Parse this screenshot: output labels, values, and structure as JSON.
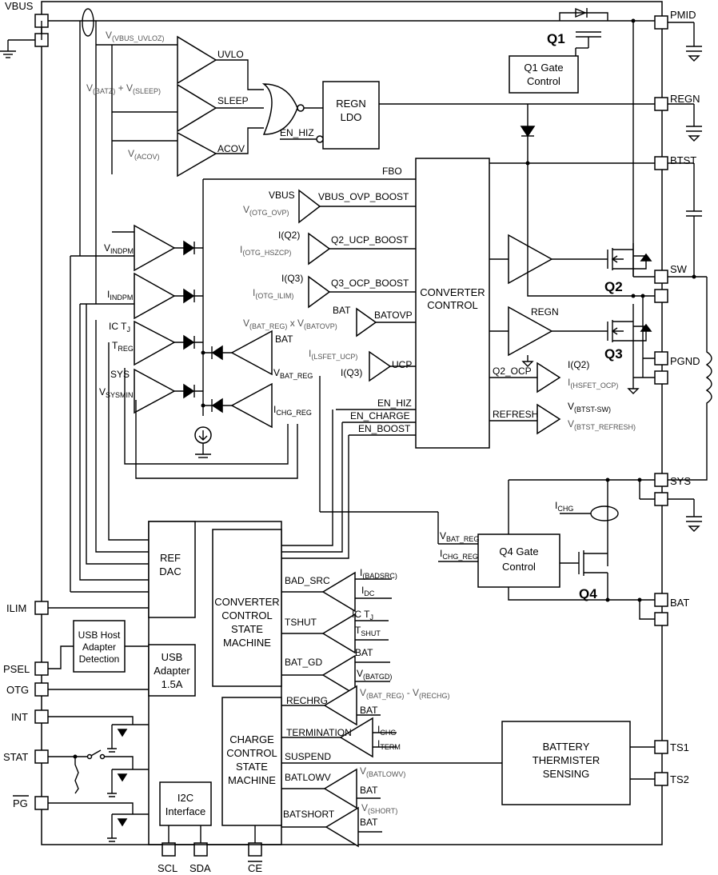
{
  "pins": {
    "vbus": "VBUS",
    "pmid": "PMID",
    "regn": "REGN",
    "btst": "BTST",
    "sw": "SW",
    "pgnd": "PGND",
    "sys": "SYS",
    "bat": "BAT",
    "ts1": "TS1",
    "ts2": "TS2",
    "ilim": "ILIM",
    "psel": "PSEL",
    "otg": "OTG",
    "int": "INT",
    "stat": "STAT",
    "pg": "PG",
    "scl": "SCL",
    "sda": "SDA",
    "ce": "CE"
  },
  "blocks": {
    "q1_gate": [
      "Q1 Gate",
      "Control"
    ],
    "regn_ldo": [
      "REGN",
      "LDO"
    ],
    "converter_control": [
      "CONVERTER",
      "CONTROL"
    ],
    "ref_dac": [
      "REF",
      "DAC"
    ],
    "conv_sm": [
      "CONVERTER",
      "CONTROL",
      "STATE",
      "MACHINE"
    ],
    "charge_sm": [
      "CHARGE",
      "CONTROL",
      "STATE",
      "MACHINE"
    ],
    "usb_host": [
      "USB Host",
      "Adapter",
      "Detection"
    ],
    "usb_adapter": [
      "USB",
      "Adapter",
      "1.5A"
    ],
    "i2c": [
      "I2C",
      "Interface"
    ],
    "q4_gate": [
      "Q4 Gate",
      "Control"
    ],
    "thermister": [
      "BATTERY",
      "THERMISTER",
      "SENSING"
    ]
  },
  "transistors": {
    "q1": "Q1",
    "q2": "Q2",
    "q3": "Q3",
    "q4": "Q4"
  },
  "signals": {
    "uvlo": "UVLO",
    "sleep": "SLEEP",
    "acov": "ACOV",
    "en_hiz": "EN_HIZ",
    "fbo": "FBO",
    "vbus_ovp_boost": "VBUS_OVP_BOOST",
    "q2_ucp_boost": "Q2_UCP_BOOST",
    "q3_ocp_boost": "Q3_OCP_BOOST",
    "batovp": "BATOVP",
    "ucp": "UCP",
    "en_hiz2": "EN_HIZ",
    "en_charge": "EN_CHARGE",
    "en_boost": "EN_BOOST",
    "q2_ocp": "Q2_OCP",
    "refresh": "REFRESH",
    "regn_comp": "REGN",
    "bad_src": "BAD_SRC",
    "tshut": "TSHUT",
    "bat_gd": "BAT_GD",
    "rechrg": "RECHRG",
    "termination": "TERMINATION",
    "suspend": "SUSPEND",
    "batlowv": "BATLOWV",
    "batshort": "BATSHORT"
  },
  "labels": {
    "v_vbus_uvloz": [
      "V",
      "(VBUS_UVLOZ)"
    ],
    "v_batz_plus": [
      "V",
      "(BATZ)",
      " + V",
      "(SLEEP)"
    ],
    "v_acov": [
      "V",
      "(ACOV)"
    ],
    "vbus_in": "VBUS",
    "v_otg_ovp": [
      "V",
      "(OTG_OVP)"
    ],
    "i_q2": "I(Q2)",
    "i_otg_hszcp": [
      "I",
      "(OTG_HSZCP)"
    ],
    "i_q3": "I(Q3)",
    "i_otg_ilim": [
      "I",
      "(OTG_ILIM)"
    ],
    "bat_ovp_in": "BAT",
    "v_bat_reg_x": [
      "V",
      "(BAT_REG)",
      " x V",
      "(BATOVP)"
    ],
    "i_lsfet_ucp": [
      "I",
      "(LSFET_UCP)"
    ],
    "i_q3_ucp": "I(Q3)",
    "v_indpm": [
      "V",
      "INDPM"
    ],
    "i_indpm": [
      "I",
      "INDPM"
    ],
    "ic_tj": [
      "IC T",
      "J"
    ],
    "t_reg": [
      "T",
      "REG"
    ],
    "sys_in": "SYS",
    "v_sysmin": [
      "V",
      "SYSMIN"
    ],
    "bat_reg_in": "BAT",
    "v_bat_reg": [
      "V",
      "BAT_REG"
    ],
    "i_chg_reg": [
      "I",
      "CHG_REG"
    ],
    "i_q2_ocp": "I(Q2)",
    "i_hsfet_ocp": [
      "I",
      "(HSFET_OCP)"
    ],
    "v_btst_sw": [
      "V",
      "(BTST-SW)"
    ],
    "v_btst_refresh": [
      "V",
      "(BTST_REFRESH)"
    ],
    "i_chg": [
      "I",
      "CHG"
    ],
    "v_bat_reg_q4": [
      "V",
      "BAT_REG"
    ],
    "i_chg_reg_q4": [
      "I",
      "CHG_REG"
    ],
    "i_badsrc": [
      "I",
      "(BADSRC)"
    ],
    "i_dc": [
      "I",
      "DC"
    ],
    "ic_tj2": [
      "IC T",
      "J"
    ],
    "t_shut": [
      "T",
      "SHUT"
    ],
    "bat_gd_in": "BAT",
    "v_batgd": [
      "V",
      "(BATGD)"
    ],
    "v_bat_reg_rechg": [
      "V",
      "(BAT_REG)",
      " - V",
      "(RECHG)"
    ],
    "bat_rechg": "BAT",
    "i_chg_term": [
      "I",
      "CHG"
    ],
    "i_term": [
      "I",
      "TERM"
    ],
    "v_batlowv": [
      "V",
      "(BATLOWV)"
    ],
    "bat_lowv": "BAT",
    "v_short": [
      "V",
      "(SHORT)"
    ],
    "bat_short": "BAT"
  }
}
